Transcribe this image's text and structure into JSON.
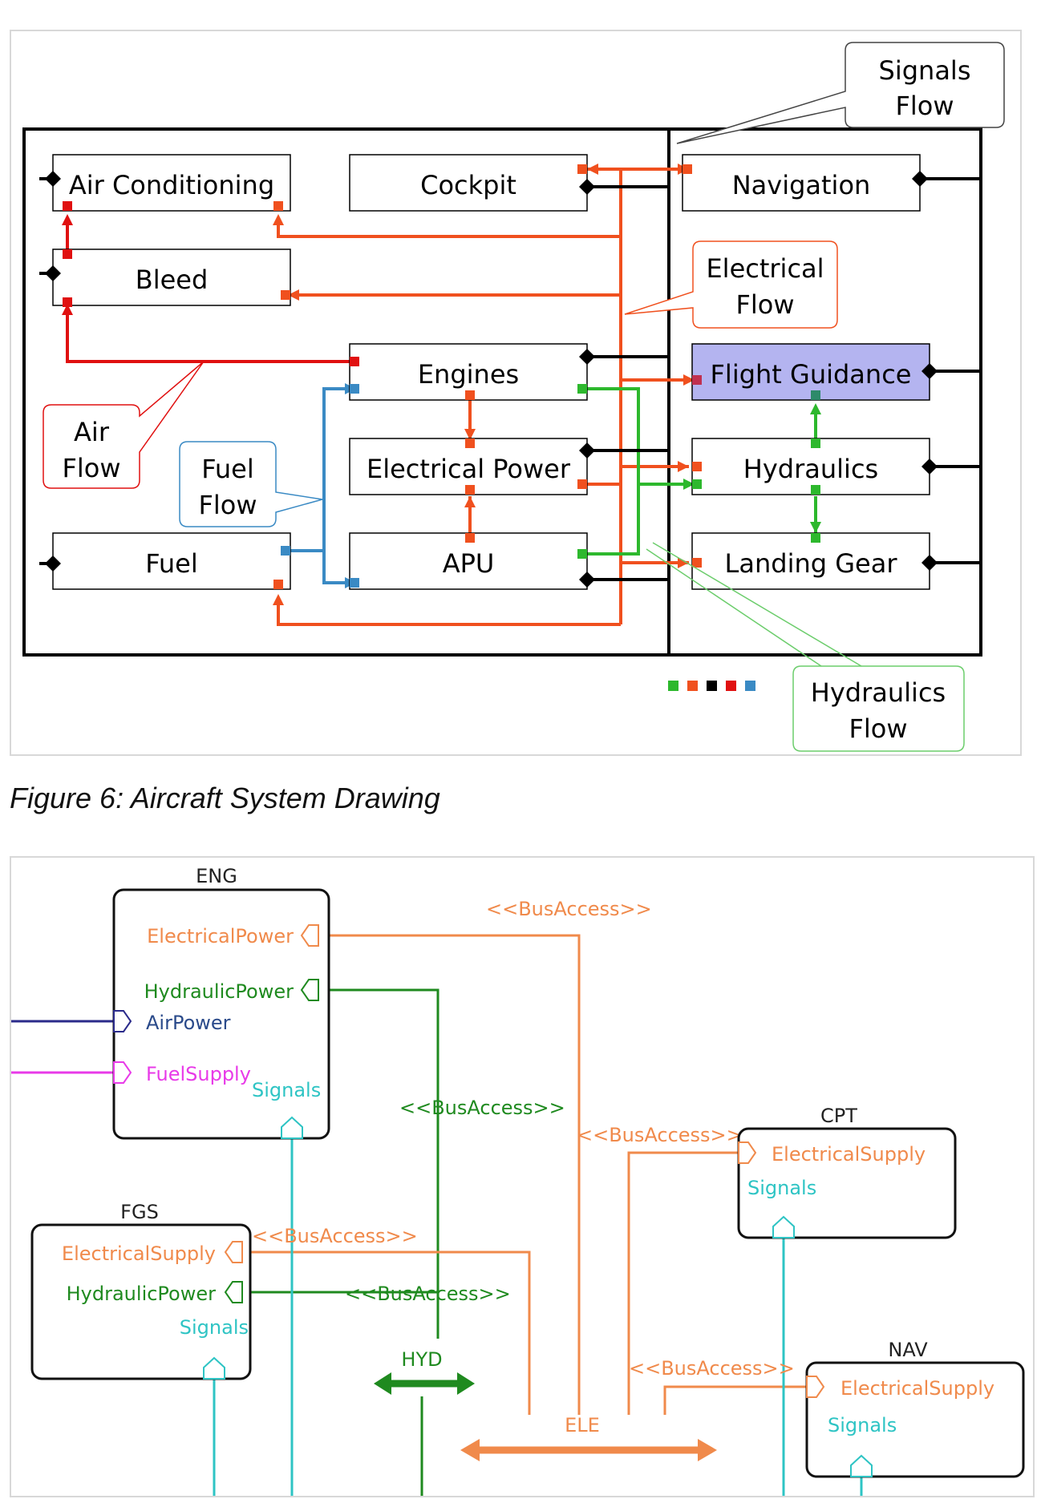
{
  "figure1": {
    "blocks": {
      "air_conditioning": "Air Conditioning",
      "cockpit": "Cockpit",
      "navigation": "Navigation",
      "bleed": "Bleed",
      "engines": "Engines",
      "flight_guidance": "Flight Guidance",
      "electrical_power": "Electrical Power",
      "hydraulics": "Hydraulics",
      "fuel": "Fuel",
      "apu": "APU",
      "landing_gear": "Landing Gear"
    },
    "callouts": {
      "signals_flow": [
        "Signals",
        "Flow"
      ],
      "electrical_flow": [
        "Electrical",
        "Flow"
      ],
      "air_flow": [
        "Air",
        "Flow"
      ],
      "fuel_flow": [
        "Fuel",
        "Flow"
      ],
      "hydraulics_flow": [
        "Hydraulics",
        "Flow"
      ]
    },
    "legend_colors": [
      "#2db82d",
      "#f0501e",
      "#000000",
      "#e01010",
      "#3a8ac4"
    ],
    "colors": {
      "electrical": "#f0501e",
      "air": "#e01010",
      "fuel": "#3a8ac4",
      "hydraulics": "#2db82d",
      "signals": "#000000",
      "highlight": "#b4b4f0"
    }
  },
  "caption": "Figure 6:   Aircraft System Drawing",
  "figure2": {
    "blocks": {
      "eng": {
        "title": "ENG",
        "ports": [
          "ElectricalPower",
          "HydraulicPower",
          "AirPower",
          "FuelSupply",
          "Signals"
        ]
      },
      "fgs": {
        "title": "FGS",
        "ports": [
          "ElectricalSupply",
          "HydraulicPower",
          "Signals"
        ]
      },
      "cpt": {
        "title": "CPT",
        "ports": [
          "ElectricalSupply",
          "Signals"
        ]
      },
      "nav": {
        "title": "NAV",
        "ports": [
          "ElectricalSupply",
          "Signals"
        ]
      }
    },
    "connector_labels": {
      "bus_access": "<<BusAccess>>"
    },
    "buses": {
      "hyd": "HYD",
      "ele": "ELE"
    },
    "colors": {
      "electrical": "#f08a4b",
      "hydraulic": "#1f8a1f",
      "signals": "#2ec4c4",
      "air": "#2a2a8a",
      "fuel": "#e83ae8"
    }
  }
}
